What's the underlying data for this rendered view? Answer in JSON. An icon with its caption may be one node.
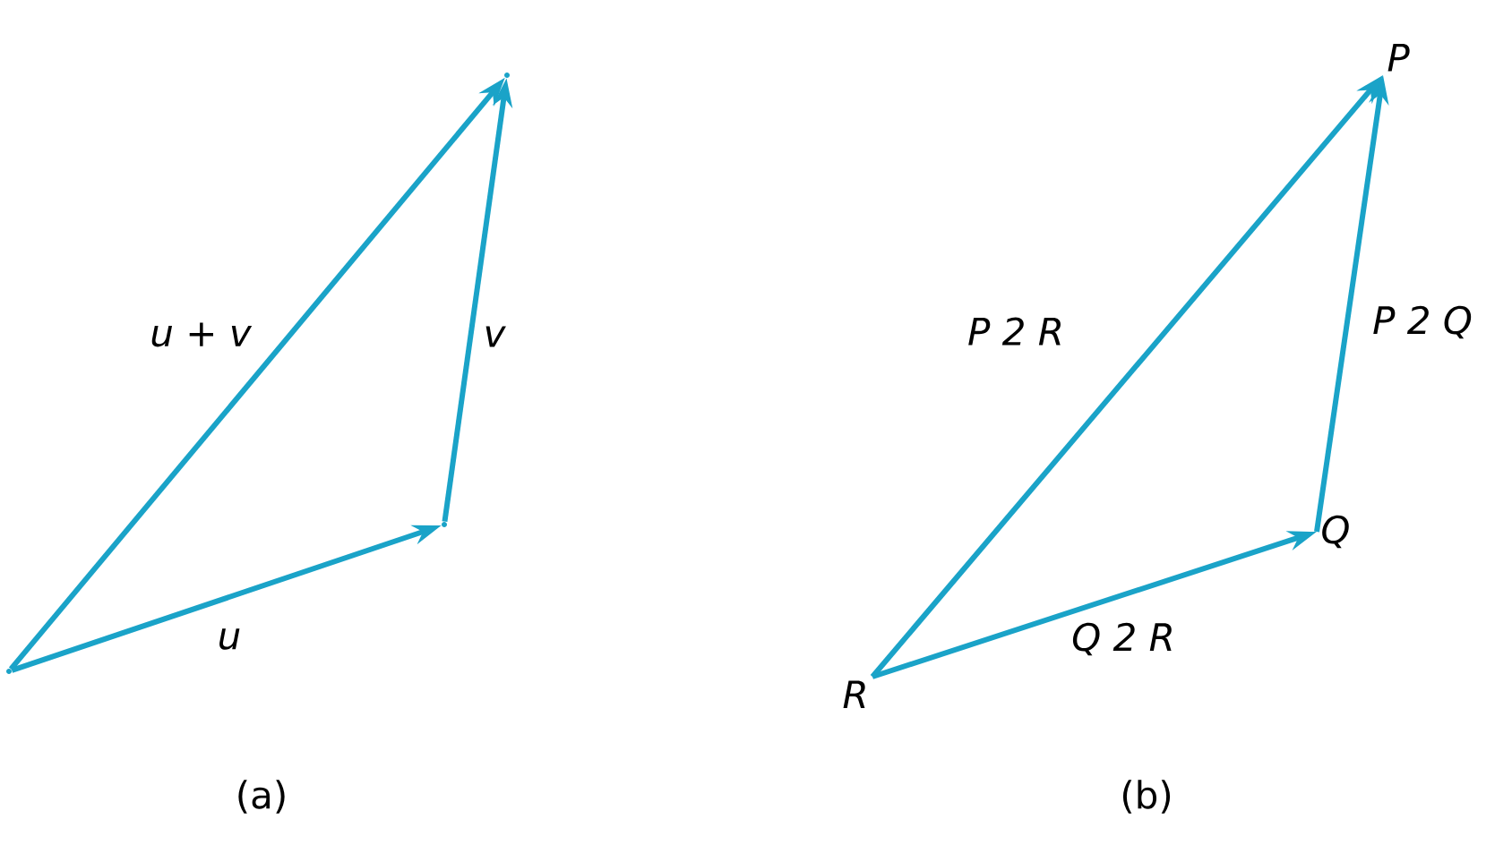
{
  "diagram": {
    "nodes": [
      {
        "text": [],
        "shape": "point"
      },
      {
        "text": [],
        "shape": "point"
      },
      {
        "text": [],
        "shape": "point"
      },
      {
        "text": [
          "R"
        ]
      },
      {
        "text": [
          "Q"
        ]
      },
      {
        "text": [
          "P"
        ]
      }
    ],
    "edges": [
      {
        "from": 0,
        "to": 1,
        "arrow": "to",
        "label": "u"
      },
      {
        "from": 1,
        "to": 2,
        "arrow": "to",
        "label": "v"
      },
      {
        "from": 0,
        "to": 2,
        "arrow": "to",
        "label": "u + v"
      },
      {
        "from": 3,
        "to": 4,
        "arrow": "to",
        "label": "Q 2 R"
      },
      {
        "from": 4,
        "to": 5,
        "arrow": "to",
        "label": "P 2 Q"
      },
      {
        "from": 3,
        "to": 5,
        "arrow": "to",
        "label": "P 2 R"
      }
    ],
    "labels": [
      "(a)",
      "(b)"
    ]
  }
}
